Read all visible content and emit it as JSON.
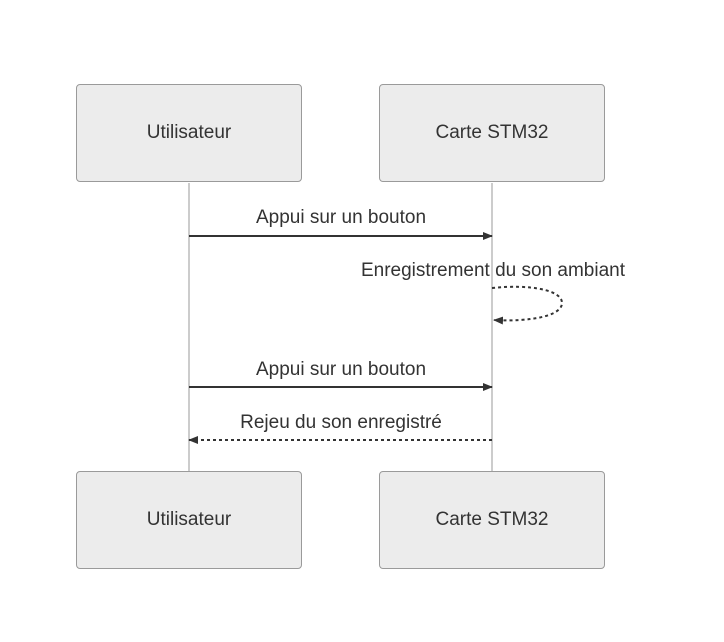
{
  "participants": [
    {
      "id": "user",
      "label": "Utilisateur"
    },
    {
      "id": "board",
      "label": "Carte STM32"
    }
  ],
  "messages": [
    {
      "from": "user",
      "to": "board",
      "label": "Appui sur un bouton",
      "style": "solid"
    },
    {
      "from": "board",
      "to": "board",
      "label": "Enregistrement du son ambiant",
      "style": "dashed"
    },
    {
      "from": "user",
      "to": "board",
      "label": "Appui sur un bouton",
      "style": "solid"
    },
    {
      "from": "board",
      "to": "user",
      "label": "Rejeu du son enregistré",
      "style": "dashed"
    }
  ],
  "colors": {
    "box_fill": "#ececec",
    "box_border": "#9a9a9a",
    "line": "#333333",
    "lifeline": "#999999",
    "text": "#333333"
  }
}
